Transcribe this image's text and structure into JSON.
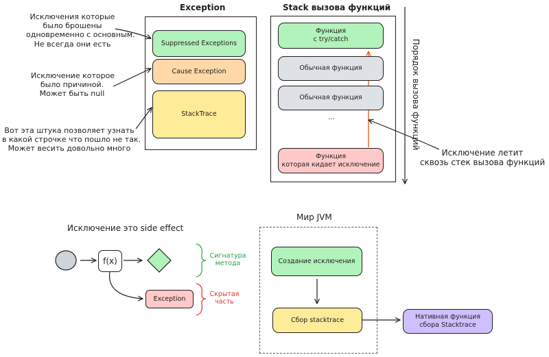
{
  "exception_panel": {
    "title": "Exception",
    "boxes": {
      "suppressed": "Suppressed Exceptions",
      "cause": "Cause Exception",
      "stacktrace": "StackTrace"
    },
    "notes": {
      "suppressed": [
        "Исключения которые",
        "было брошены",
        "одновременно с основным.",
        "Не всегда они есть"
      ],
      "cause": [
        "Исключение которое",
        "было причиной.",
        "Может быть null"
      ],
      "stacktrace": [
        "Вот эта штука позволяет узнать",
        "в какой строчке что пошло не так.",
        "Может весить довольно много"
      ]
    }
  },
  "stack_panel": {
    "title": "Stack вызова функций",
    "frames": {
      "try_catch": [
        "Функция",
        "с try/catch"
      ],
      "normal_1": "Обычная функция",
      "normal_2": "Обычная функция",
      "ellipsis": "...",
      "thrower": [
        "Функция",
        "которая кидает исключение"
      ]
    },
    "order_label": "Порядок вызова функций",
    "flight_note": [
      "Исключение летит",
      "сквозь стек вызова функций"
    ]
  },
  "side_effect": {
    "title": "Исключение это side effect",
    "function_label": "f(x)",
    "exception_label": "Exception",
    "signature_label": [
      "Сигнатура",
      "метода"
    ],
    "hidden_label": [
      "Скрытая",
      "часть"
    ]
  },
  "jvm": {
    "title": "Мир JVM",
    "create": "Создание исключения",
    "collect": "Сбор stacktrace",
    "native": [
      "Нативная функция",
      "сбора Stacktrace"
    ]
  },
  "colors": {
    "green": "#b2f2bb",
    "orange": "#ffd8a8",
    "yellow": "#ffec99",
    "gray": "#dee2e6",
    "red": "#ffc9c9",
    "purple": "#d0bfff",
    "arrow_red": "#e8590c",
    "legend_green": "#2f9e44",
    "legend_red": "#e03131"
  }
}
